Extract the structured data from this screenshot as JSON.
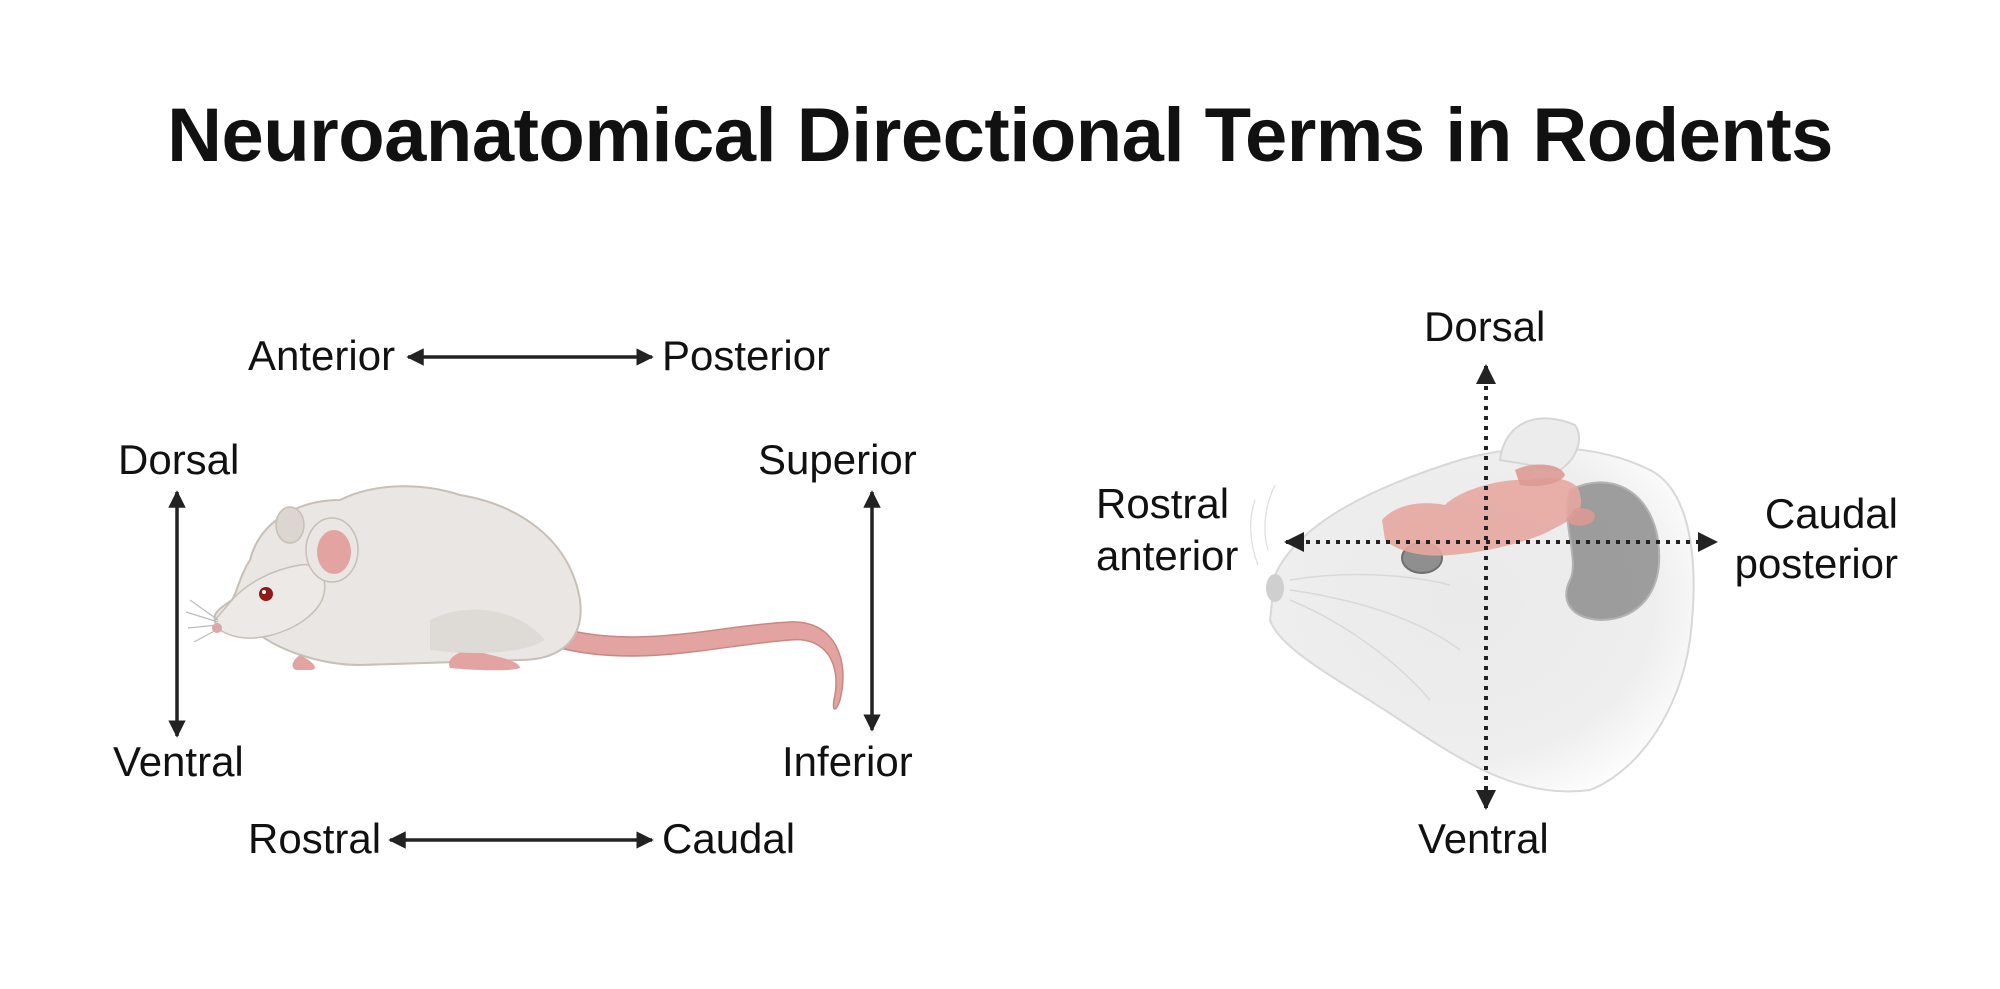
{
  "title": "Neuroanatomical Directional Terms in Rodents",
  "left_panel": {
    "top_axis": {
      "left": "Anterior",
      "right": "Posterior"
    },
    "bottom_axis": {
      "left": "Rostral",
      "right": "Caudal"
    },
    "left_axis": {
      "top": "Dorsal",
      "bottom": "Ventral"
    },
    "right_axis": {
      "top": "Superior",
      "bottom": "Inferior"
    }
  },
  "right_panel": {
    "vertical_axis": {
      "top": "Dorsal",
      "bottom": "Ventral"
    },
    "horizontal_axis": {
      "left_line1": "Rostral",
      "left_line2": "anterior",
      "right_line1": "Caudal",
      "right_line2": "posterior"
    }
  },
  "colors": {
    "arrow": "#222222",
    "mouse_body": "#e9e6e3",
    "mouse_pink": "#e3a3a0",
    "brain": "#e6a7a0"
  }
}
